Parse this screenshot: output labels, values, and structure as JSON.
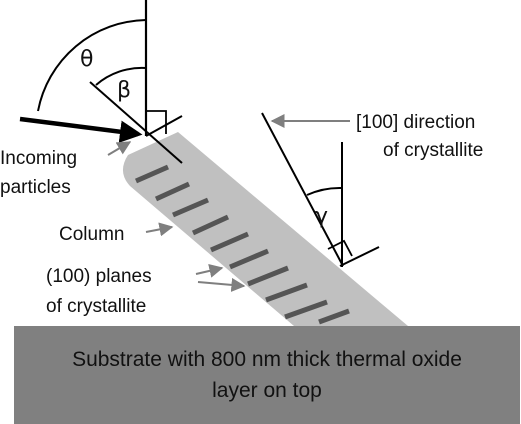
{
  "labels": {
    "theta": "θ",
    "beta": "β",
    "gamma": "γ",
    "direction_line1": "[100] direction",
    "direction_line2": "of crystallite",
    "incoming_line1": "Incoming",
    "incoming_line2": "particles",
    "column": "Column",
    "planes_line1": "(100) planes",
    "planes_line2": "of crystallite"
  },
  "substrate": {
    "line1": "Substrate with 800 nm thick thermal oxide",
    "line2": "layer on top"
  },
  "colors": {
    "column_fill": "#c0c0c0",
    "plane_stripe": "#555555",
    "substrate_fill": "#808080",
    "arrow_gray": "#7f7f7f",
    "line": "#000000"
  }
}
